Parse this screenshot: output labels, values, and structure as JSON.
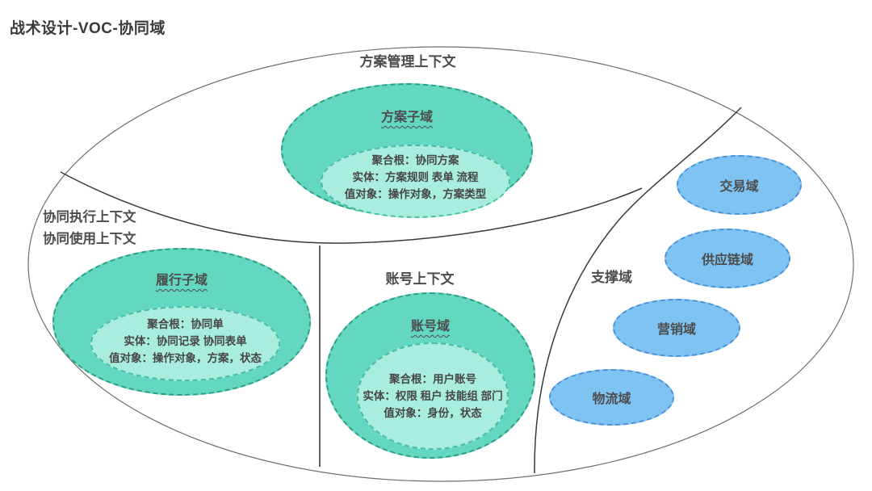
{
  "title": "战术设计-VOC-协同域",
  "contexts": {
    "solution": {
      "label": "方案管理上下文",
      "subdomain_name": "方案子域",
      "lines": [
        "聚合根：协同方案",
        "实体：方案规则 表单 流程",
        "值对象：操作对象，方案类型"
      ]
    },
    "collaboration": {
      "label_line1": "协同执行上下文",
      "label_line2": "协同使用上下文",
      "subdomain_name": "履行子域",
      "lines": [
        "聚合根：协同单",
        "实体：协同记录 协同表单",
        "值对象：操作对象，方案，状态"
      ]
    },
    "account": {
      "label": "账号上下文",
      "subdomain_name": "账号域",
      "lines": [
        "聚合根：用户账号",
        "实体：权限 租户 技能组 部门",
        "值对象：身份，状态"
      ]
    },
    "supporting": {
      "label": "支撑域",
      "domains": [
        {
          "name": "交易域"
        },
        {
          "name": "供应链域"
        },
        {
          "name": "营销域"
        },
        {
          "name": "物流域"
        }
      ]
    }
  },
  "colors": {
    "subdomain_fill": "#63d7bf",
    "subdomain_inner_fill": "#a9edde",
    "subdomain_border": "#2d9d87",
    "supporting_fill": "#7ec3f1",
    "supporting_border": "#4a90d8",
    "text": "#4a4a4a",
    "boundary_line": "#3a3a3a"
  }
}
